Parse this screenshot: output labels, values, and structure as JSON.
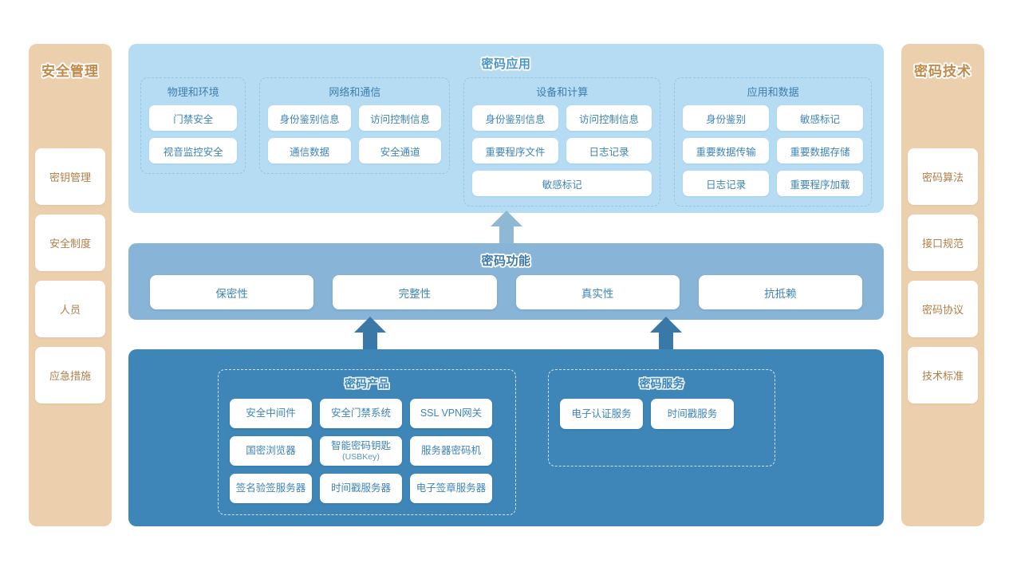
{
  "colors": {
    "sidebar_bg": "#ecd0ae",
    "sidebar_text": "#b07d47",
    "sidebar_title": "#c08a4a",
    "application_panel": "#b6dcf4",
    "function_panel": "#88b5d7",
    "product_panel": "#3e86b8",
    "chip_text": "#3d83b6",
    "arrow_light": "#8fb8d4",
    "arrow_dark": "#3a78a8"
  },
  "sidebar_left": {
    "title": "安全管理",
    "items": [
      {
        "label": "密钥管理"
      },
      {
        "label": "安全制度"
      },
      {
        "label": "人员"
      },
      {
        "label": "应急措施"
      }
    ]
  },
  "sidebar_right": {
    "title": "密码技术",
    "items": [
      {
        "label": "密码算法"
      },
      {
        "label": "接口规范"
      },
      {
        "label": "密码协议"
      },
      {
        "label": "技术标准"
      }
    ]
  },
  "application": {
    "title": "密码应用",
    "groups": [
      {
        "title": "物理和环境",
        "rows": [
          [
            "门禁安全"
          ],
          [
            "视音监控安全"
          ]
        ]
      },
      {
        "title": "网络和通信",
        "rows": [
          [
            "身份鉴别信息",
            "访问控制信息"
          ],
          [
            "通信数据",
            "安全通道"
          ]
        ]
      },
      {
        "title": "设备和计算",
        "rows": [
          [
            "身份鉴别信息",
            "访问控制信息"
          ],
          [
            "重要程序文件",
            "日志记录"
          ],
          [
            "敏感标记"
          ]
        ]
      },
      {
        "title": "应用和数据",
        "rows": [
          [
            "身份鉴别",
            "敏感标记"
          ],
          [
            "重要数据传输",
            "重要数据存储"
          ],
          [
            "日志记录",
            "重要程序加载"
          ]
        ]
      }
    ]
  },
  "function": {
    "title": "密码功能",
    "items": [
      {
        "label": "保密性"
      },
      {
        "label": "完整性"
      },
      {
        "label": "真实性"
      },
      {
        "label": "抗抵赖"
      }
    ]
  },
  "product_layer": {
    "groups": [
      {
        "title": "密码产品",
        "rows": [
          [
            {
              "label": "安全中间件"
            },
            {
              "label": "安全门禁系统"
            },
            {
              "label": "SSL VPN网关"
            }
          ],
          [
            {
              "label": "国密浏览器"
            },
            {
              "label": "智能密码钥匙",
              "sub": "(USBKey)"
            },
            {
              "label": "服务器密码机"
            }
          ],
          [
            {
              "label": "签名验签服务器"
            },
            {
              "label": "时间戳服务器"
            },
            {
              "label": "电子签章服务器"
            }
          ]
        ]
      },
      {
        "title": "密码服务",
        "rows": [
          [
            {
              "label": "电子认证服务"
            },
            {
              "label": "时间戳服务"
            }
          ]
        ]
      }
    ]
  },
  "arrows": [
    {
      "name": "function-to-application"
    },
    {
      "name": "product-to-function-left"
    },
    {
      "name": "product-to-function-right"
    }
  ]
}
